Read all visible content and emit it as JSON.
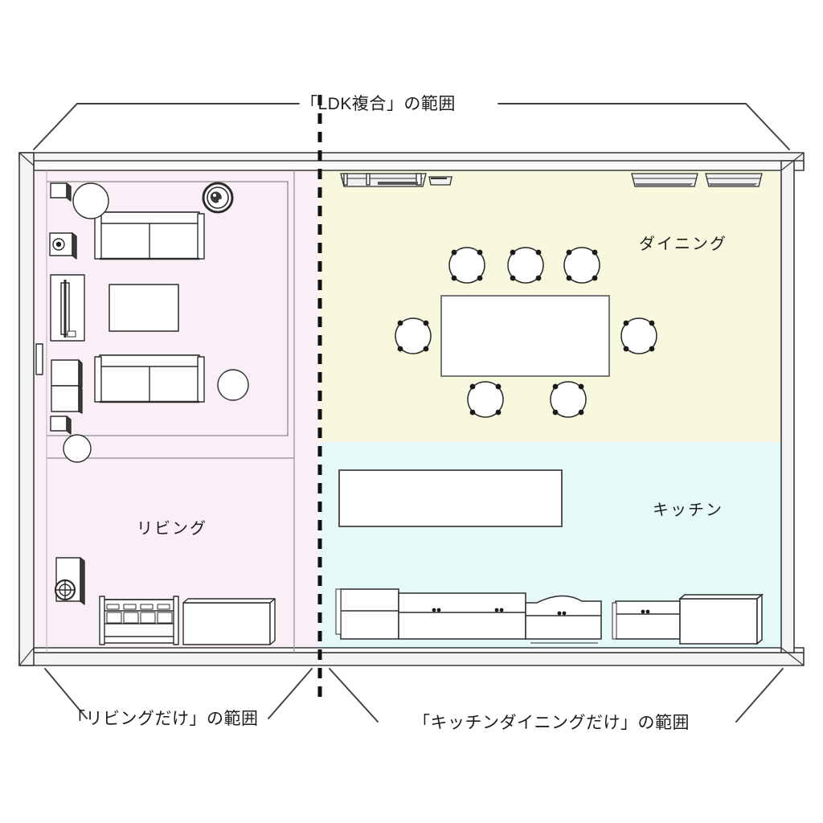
{
  "diagram": {
    "title_top": "「LDK複合」の範囲",
    "label_bottom_left": "「リビングだけ」の範囲",
    "label_bottom_right": "「キッチンダイニングだけ」の範囲"
  },
  "rooms": [
    {
      "key": "living",
      "label": "リビング",
      "fill": "#fbeff7"
    },
    {
      "key": "dining",
      "label": "ダイニング",
      "fill": "#f7f8dd"
    },
    {
      "key": "kitchen",
      "label": "キッチン",
      "fill": "#e4f9f8"
    }
  ],
  "colors": {
    "background": "#ffffff",
    "living_fill": "#fbeff7",
    "dining_fill": "#f7f8dd",
    "kitchen_fill": "#e4f9f8",
    "wall_line": "#3a3a3a",
    "wall_face": "#f4f4f4",
    "furniture_line": "#2b2b2b",
    "furniture_fill": "#ffffff",
    "divider_line": "#111111",
    "leader_line": "#3f3f3f",
    "text": "#1d1d1d"
  },
  "furniture": {
    "living": [
      "sofa-top",
      "sofa-bottom",
      "coffee-table",
      "media-console",
      "armchair-upper",
      "armchair-lower",
      "side-table-top",
      "side-table-bottom",
      "round-stool-upper",
      "round-stool-lower",
      "round-stool-corner",
      "wall-clock",
      "speaker",
      "floor-lamp",
      "bookshelf",
      "low-cabinet"
    ],
    "dining": [
      "dining-table",
      "chair-top-1",
      "chair-top-2",
      "chair-top-3",
      "chair-left",
      "chair-right",
      "chair-bottom-1",
      "chair-bottom-2",
      "wall-shelf-left",
      "wall-shelf-small",
      "wall-shelf-right-1",
      "wall-shelf-right-2"
    ],
    "kitchen": [
      "kitchen-island",
      "counter-unit-1",
      "counter-unit-2",
      "counter-unit-3",
      "counter-unit-4",
      "counter-unit-5"
    ]
  }
}
